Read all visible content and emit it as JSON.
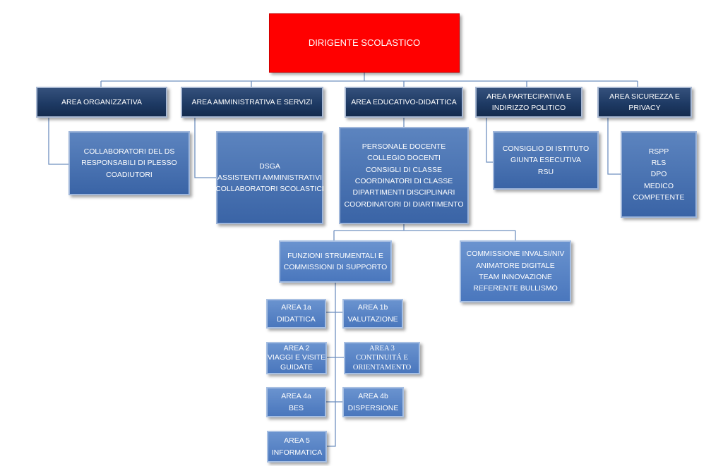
{
  "top": {
    "label": "DIRIGENTE SCOLASTICO"
  },
  "areas": [
    {
      "label": "AREA ORGANIZZATIVA"
    },
    {
      "label": "AREA AMMINISTRATIVA E SERVIZI"
    },
    {
      "label": "AREA EDUCATIVO-DIDATTICA"
    },
    {
      "label": "AREA PARTECIPATIVA E INDIRIZZO POLITICO"
    },
    {
      "label": "AREA SICUREZZA E PRIVACY"
    }
  ],
  "details": [
    {
      "lines": [
        "COLLABORATORI DEL DS",
        "RESPONSABILI DI PLESSO",
        "COADIUTORI"
      ]
    },
    {
      "lines": [
        "DSGA",
        "ASSISTENTI AMMINISTRATIVI",
        "COLLABORATORI SCOLASTICI"
      ]
    },
    {
      "lines": [
        "PERSONALE DOCENTE",
        "COLLEGIO DOCENTI",
        "CONSIGLI DI CLASSE",
        "COORDINATORI DI CLASSE",
        "DIPARTIMENTI DISCIPLINARI",
        "COORDINATORI DI DIARTIMENTO"
      ]
    },
    {
      "lines": [
        "CONSIGLIO DI ISTITUTO",
        "GIUNTA ESECUTIVA",
        "RSU"
      ]
    },
    {
      "lines": [
        "RSPP",
        "RLS",
        "DPO",
        "MEDICO",
        "COMPETENTE"
      ]
    }
  ],
  "funzioni": {
    "lines": [
      "FUNZIONI STRUMENTALI E",
      "COMMISSIONI DI SUPPORTO"
    ]
  },
  "commissione": {
    "lines": [
      "COMMISSIONE INVALSI/NIV",
      "ANIMATORE DIGITALE",
      "TEAM INNOVAZIONE",
      "REFERENTE  BULLISMO"
    ]
  },
  "subareas": [
    {
      "lines": [
        "AREA 1a",
        "DIDATTICA"
      ]
    },
    {
      "lines": [
        "AREA 1b",
        "VALUTAZIONE"
      ]
    },
    {
      "lines": [
        "AREA 2",
        "VIAGGI E VISITE",
        "GUIDATE"
      ]
    },
    {
      "lines": [
        "AREA 3",
        "CONTINUITÁ E",
        "ORIENTAMENTO"
      ]
    },
    {
      "lines": [
        "AREA 4a",
        "BES"
      ]
    },
    {
      "lines": [
        "AREA 4b",
        "DISPERSIONE"
      ]
    },
    {
      "lines": [
        "AREA 5",
        "INFORMATICA"
      ]
    }
  ]
}
